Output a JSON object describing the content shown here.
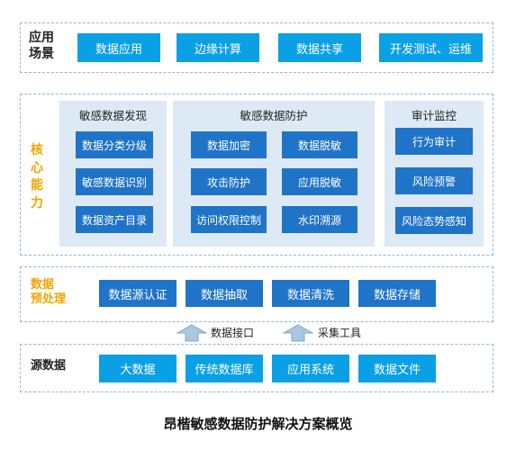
{
  "layers": {
    "application": {
      "label": "应用\n场景",
      "items": [
        "数据应用",
        "边缘计算",
        "数据共享",
        "开发测试、运维"
      ]
    },
    "core": {
      "label": "核\n心\n能\n力",
      "panels": [
        {
          "title": "敏感数据发现",
          "items": [
            "数据分类分级",
            "敏感数据识别",
            "数据资产目录"
          ]
        },
        {
          "title": "敏感数据防护",
          "items": [
            "数据加密",
            "数据脱敏",
            "攻击防护",
            "应用脱敏",
            "访问权限控制",
            "水印溯源"
          ]
        },
        {
          "title": "审计监控",
          "items": [
            "行为审计",
            "风险预警",
            "风险态势感知"
          ]
        }
      ]
    },
    "preprocess": {
      "label": "数据\n预处理",
      "items": [
        "数据源认证",
        "数据抽取",
        "数据清洗",
        "数据存储"
      ]
    },
    "source": {
      "label": "源数据",
      "items": [
        "大数据",
        "传统数据库",
        "应用系统",
        "数据文件"
      ]
    }
  },
  "arrows": [
    "数据接口",
    "采集工具"
  ],
  "caption": "昂楷敏感数据防护解决方案概览",
  "colors": {
    "accent_blue": "#0aa0e6",
    "dark_blue": "#1f74c8",
    "orange_label": "#f0a500",
    "panel_bg": "#dde9f4",
    "dashed_border": "#8fb8d8"
  }
}
